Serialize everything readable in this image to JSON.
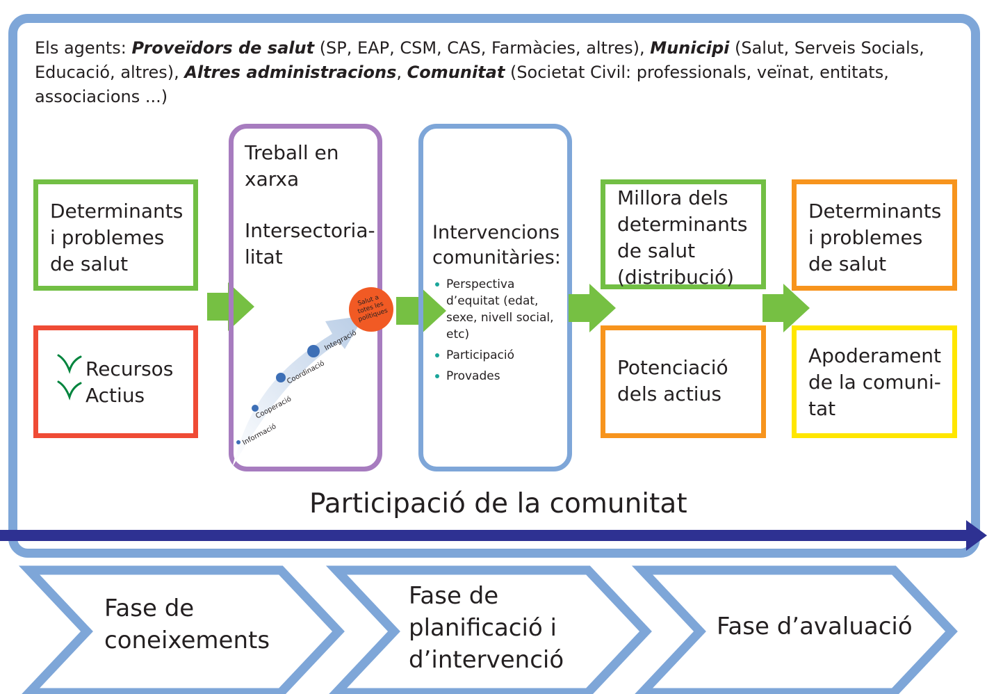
{
  "agents": {
    "prefix": "Els agents: ",
    "providers": "Proveïdors de salut",
    "providers_detail": " (SP, EAP, CSM, CAS, Farmàcies, altres), ",
    "municipality": "Municipi",
    "municipality_detail": " (Salut, Serveis Socials, Educació, altres), ",
    "other_admin": "Altres administracions",
    "separator": ", ",
    "community": "Comunitat",
    "community_detail": " (Societat Civil: professionals, veïnat, entitats, associacions ...)"
  },
  "col1": {
    "determinants": [
      "Determinants",
      "i problemes",
      "de salut"
    ],
    "resources": [
      "Recursos",
      "Actius"
    ]
  },
  "network": {
    "line1": [
      "Treball en",
      "xarxa"
    ],
    "line2": [
      "Intersectoria-",
      "litat"
    ],
    "steps": [
      "Informació",
      "Cooperació",
      "Coordinació",
      "Integració"
    ],
    "badge": [
      "Salut a",
      "totes les",
      "polítiques"
    ]
  },
  "interventions": {
    "title": [
      "Intervencions",
      "comunitàries:"
    ],
    "bullets": [
      [
        "Perspectiva",
        "d’equitat (edat,",
        "sexe, nivell social,",
        "etc)"
      ],
      [
        "Participació"
      ],
      [
        "Provades"
      ]
    ]
  },
  "col4": {
    "improvement": [
      "Millora dels",
      "determinants",
      "de salut",
      "(distribució)"
    ],
    "assets": [
      "Potenciació",
      "dels actius"
    ]
  },
  "col5": {
    "determinants": [
      "Determinants",
      "i problemes",
      "de salut"
    ],
    "empowerment": [
      "Apoderament",
      "de la comuni-",
      "tat"
    ]
  },
  "participation": "Participació de la comunitat",
  "phases": [
    [
      "Fase de",
      "coneixements"
    ],
    [
      "Fase de",
      "planificació i",
      "d’intervenció"
    ],
    [
      "Fase d’avaluació"
    ]
  ],
  "colors": {
    "frame": "#7ea6d8",
    "green": "#72bf44",
    "red": "#ef4b35",
    "purple": "#a77cbf",
    "orange": "#f7941d",
    "yellow": "#ffe600",
    "participation_arrow": "#2e3192",
    "badge": "#f15a24",
    "check": "#00843d"
  }
}
